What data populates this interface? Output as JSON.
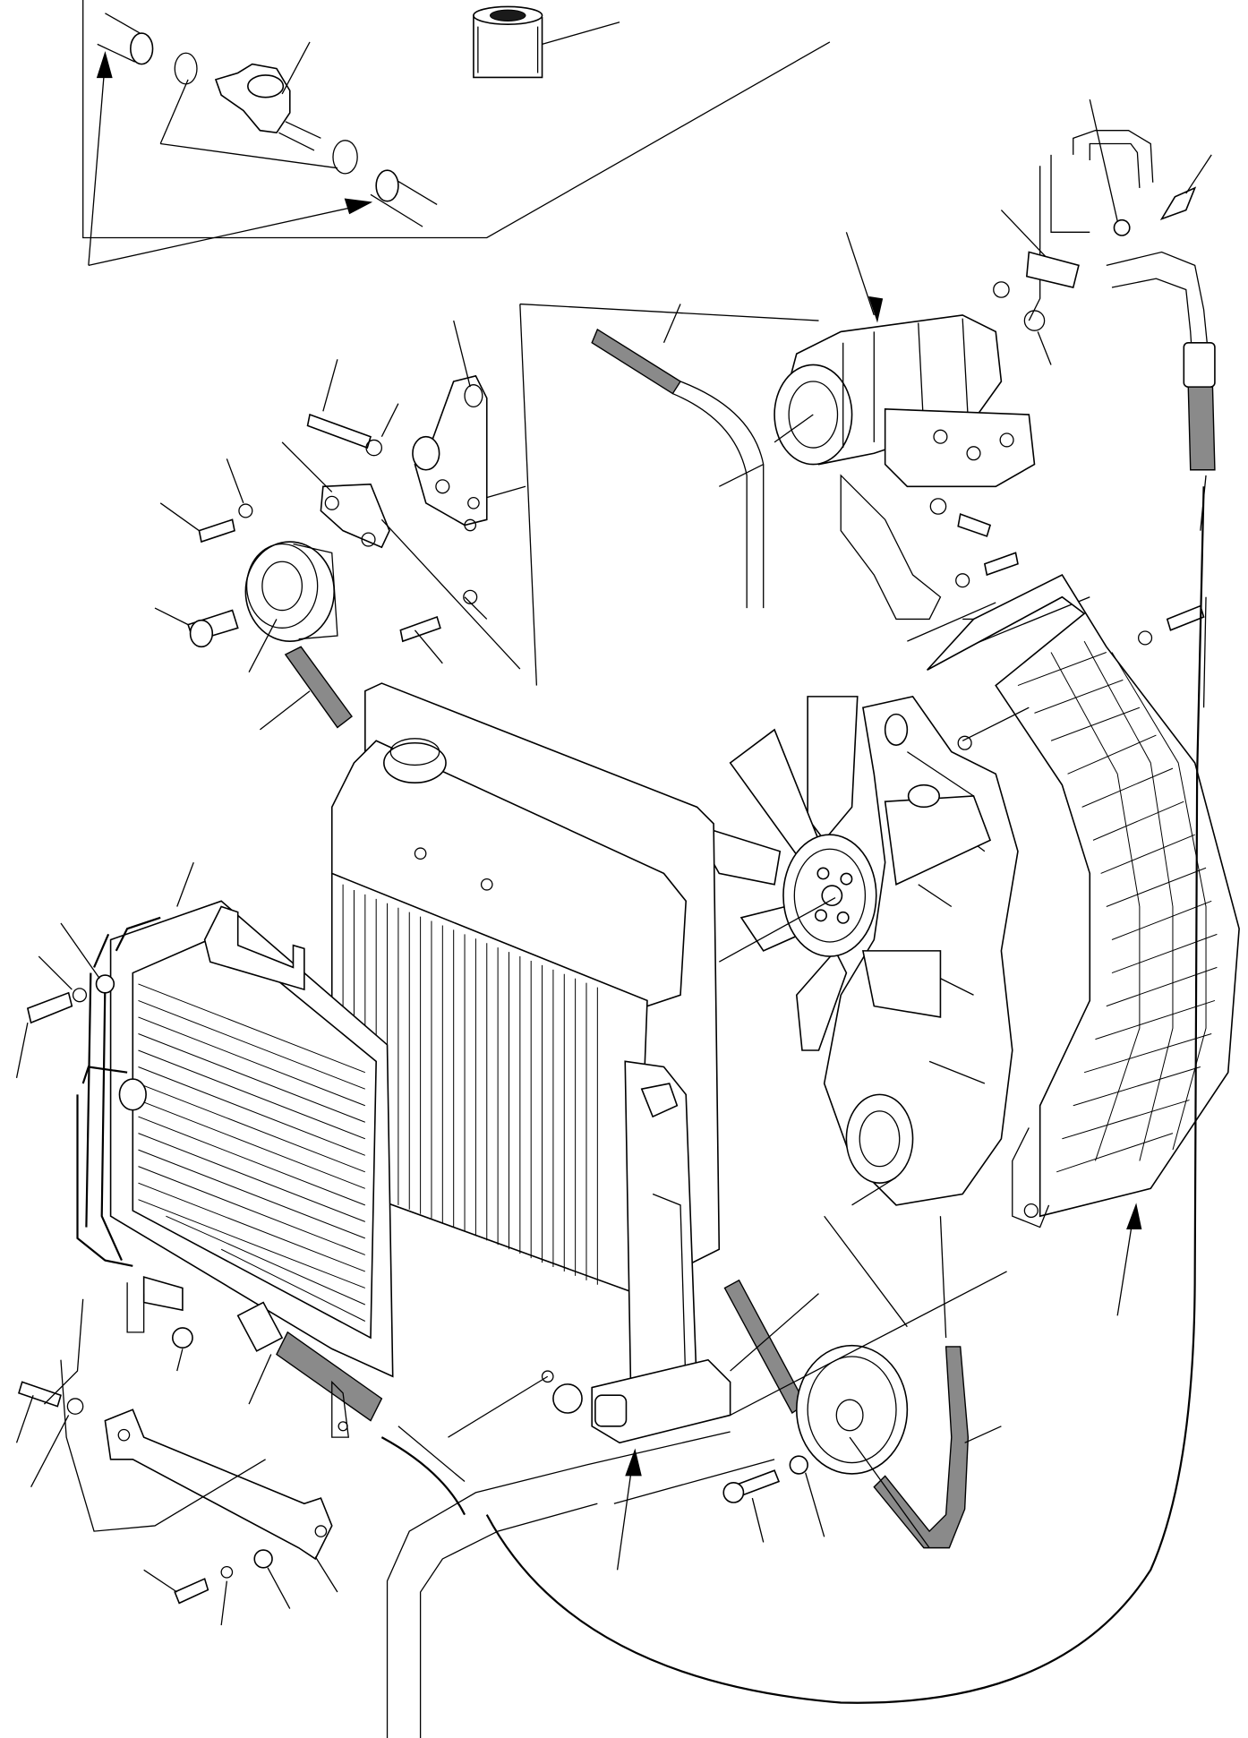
{
  "diagram": {
    "type": "exploded-parts-drawing",
    "labels_printed": false,
    "groups": [
      {
        "icon": "inset-hose-valve-detail"
      },
      {
        "icon": "ac-compressor-assembly"
      },
      {
        "icon": "compressor-bracket-and-tensioner"
      },
      {
        "icon": "cooling-fan-assembly"
      },
      {
        "icon": "fan-guard-mesh"
      },
      {
        "icon": "engine-radiator"
      },
      {
        "icon": "oil-cooler"
      },
      {
        "icon": "drive-belt-and-pulley"
      },
      {
        "icon": "support-bracket"
      }
    ]
  }
}
